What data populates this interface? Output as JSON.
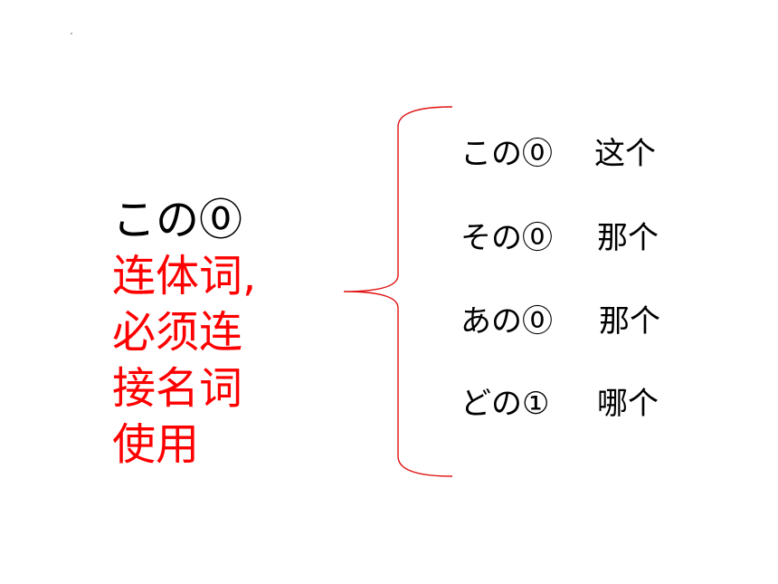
{
  "main": {
    "heading": "この⓪",
    "description_lines": [
      "连体词,",
      "必须连",
      "接名词",
      "使用"
    ],
    "accent_color": "#ff0000",
    "brace_color": "#e01010"
  },
  "list": [
    {
      "word": "この⓪",
      "meaning": "这个"
    },
    {
      "word": "その⓪",
      "meaning": "那个"
    },
    {
      "word": "あの⓪",
      "meaning": "那个"
    },
    {
      "word": "どの①",
      "meaning": "哪个"
    }
  ]
}
